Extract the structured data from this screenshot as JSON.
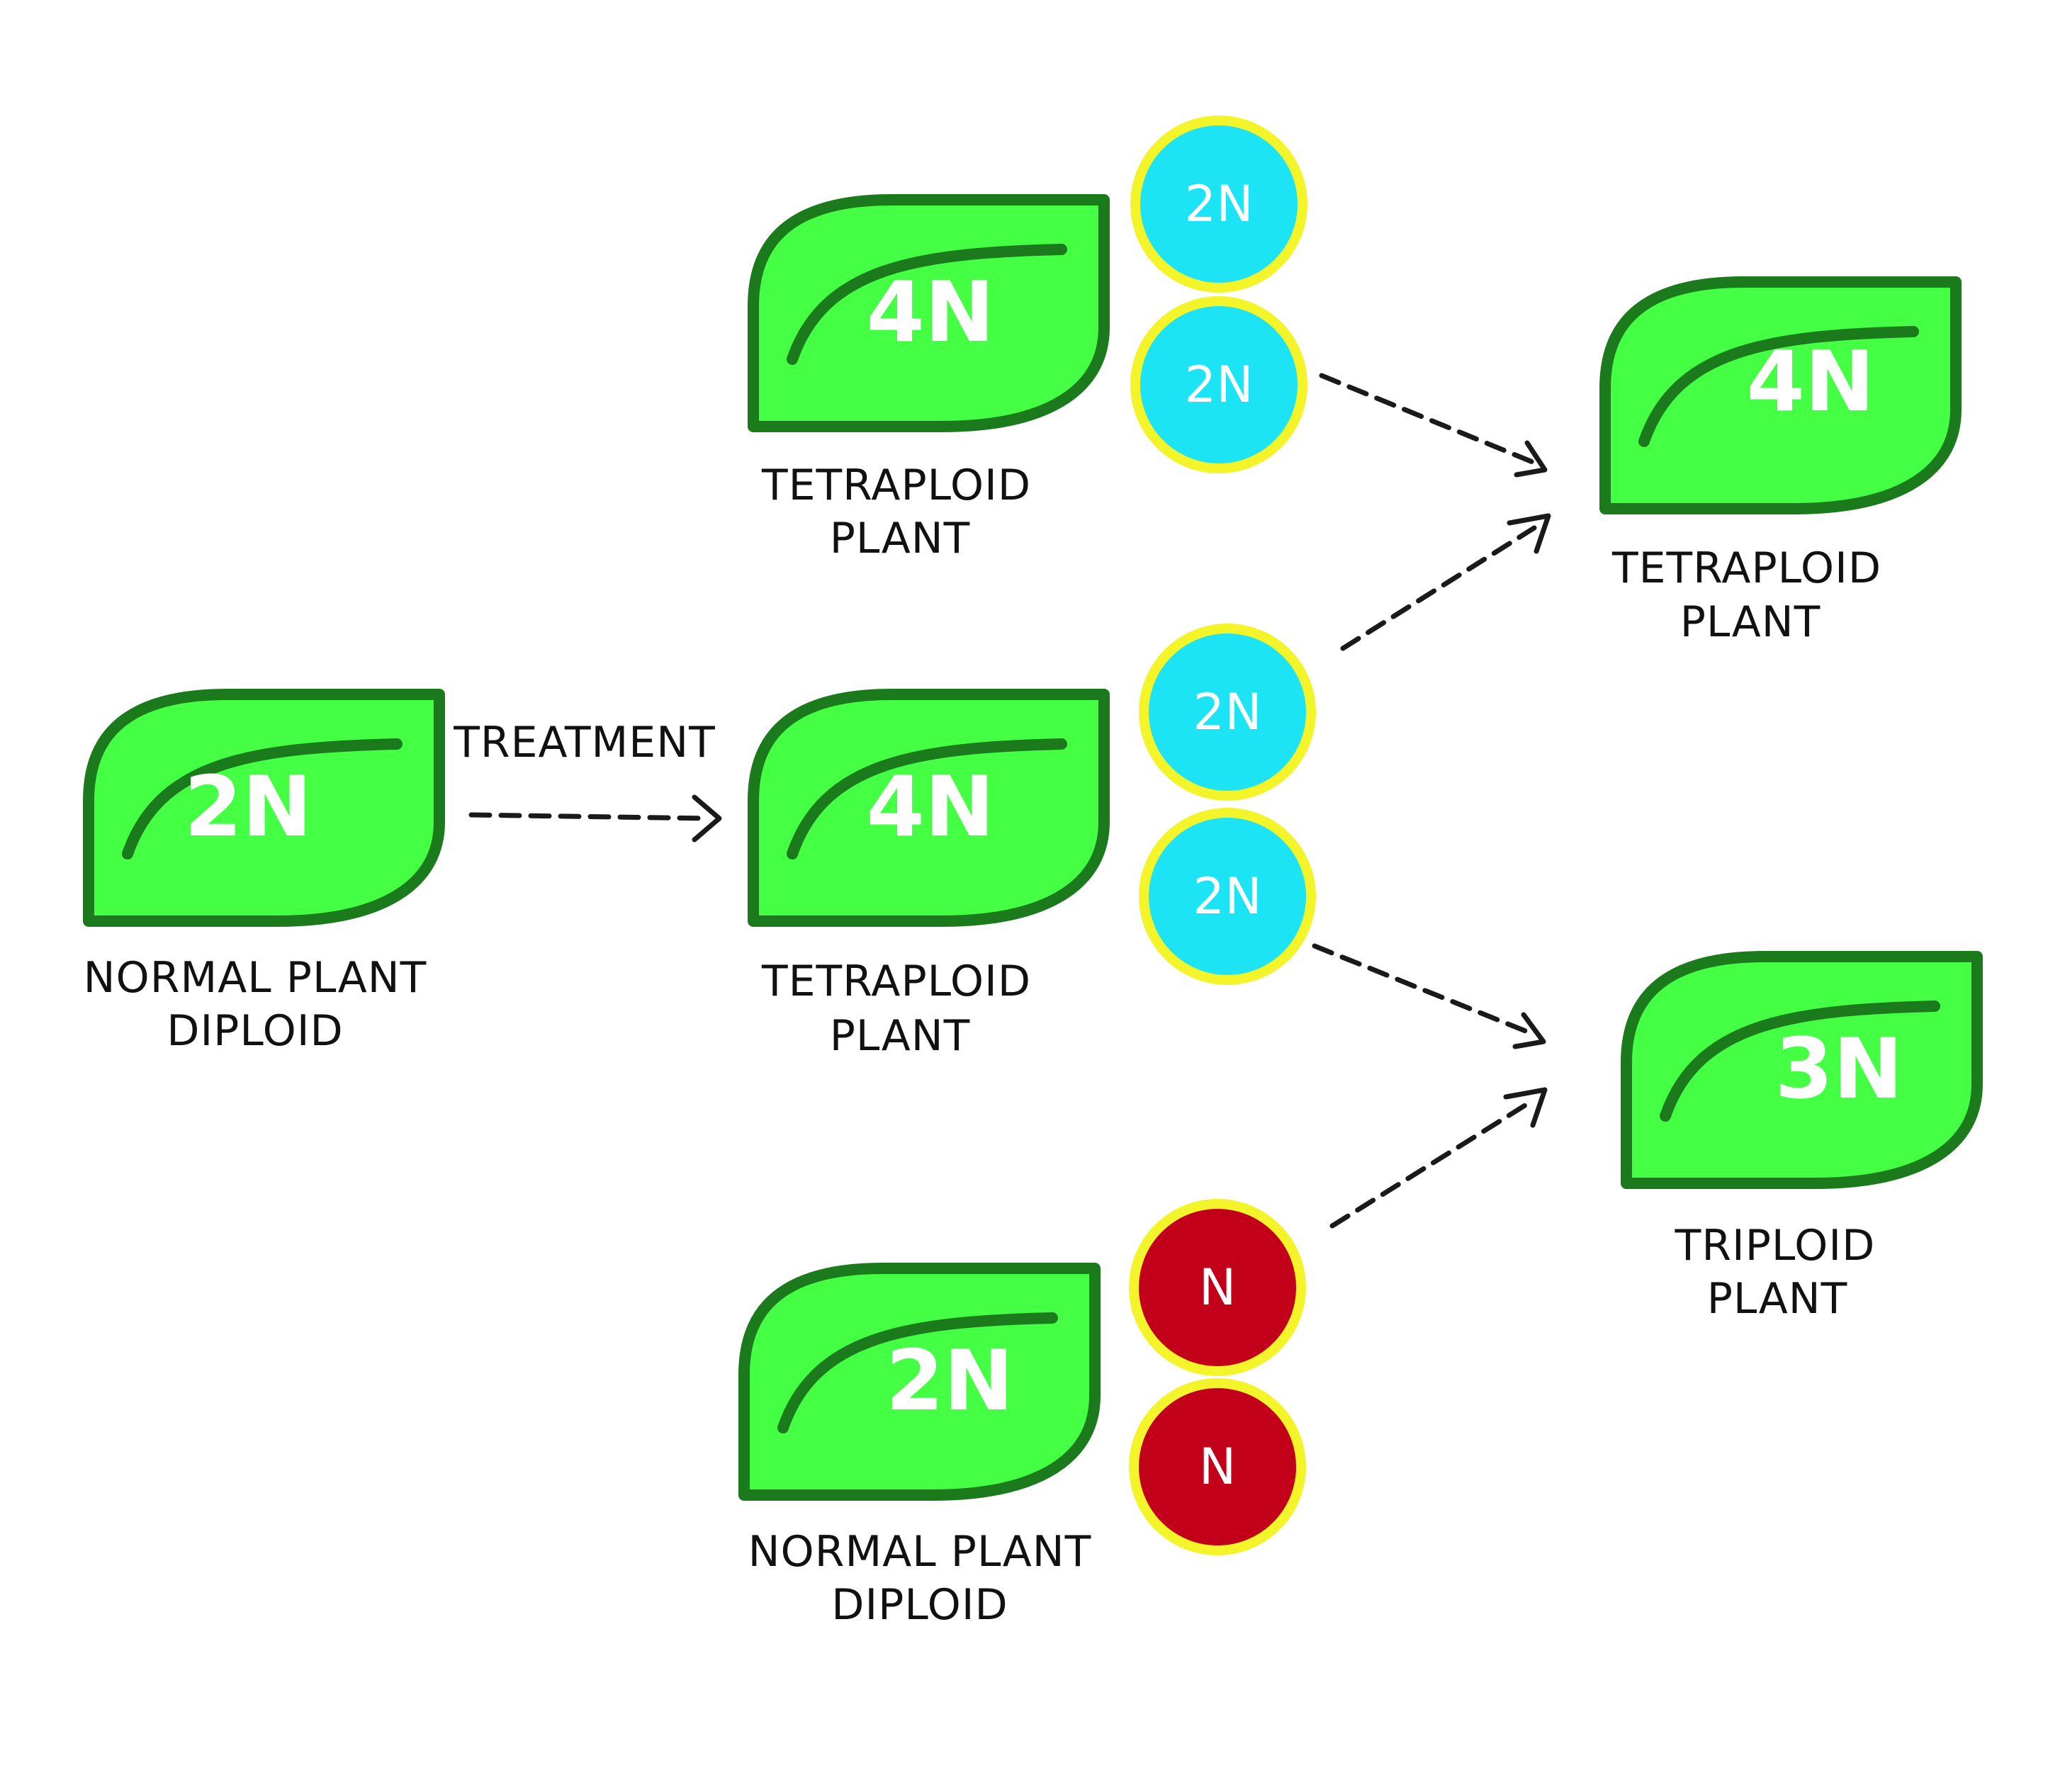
{
  "colors": {
    "leaf_fill": "#44ff44",
    "leaf_outline": "#1b7a1b",
    "gamete_2n": "#1de4f4",
    "gamete_n": "#c2001a",
    "gamete_ring": "#f4f42a"
  },
  "treatment_label": "TREATMENT",
  "plants": [
    {
      "id": "p1",
      "ploidy": "2N",
      "caption": [
        "NORMAL PLANT",
        "DIPLOID"
      ]
    },
    {
      "id": "p2",
      "ploidy": "4N",
      "caption": [
        "TETRAPLOID",
        "PLANT"
      ]
    },
    {
      "id": "p3",
      "ploidy": "4N",
      "caption": [
        "TETRAPLOID",
        "PLANT"
      ]
    },
    {
      "id": "p4",
      "ploidy": "2N",
      "caption": [
        "NORMAL PLANT",
        "DIPLOID"
      ]
    },
    {
      "id": "p5",
      "ploidy": "4N",
      "caption": [
        "TETRAPLOID",
        "PLANT"
      ]
    },
    {
      "id": "p6",
      "ploidy": "3N",
      "caption": [
        "TRIPLOID",
        "PLANT"
      ]
    }
  ],
  "gametes": [
    {
      "id": "g1",
      "label": "2N",
      "kind": "2n"
    },
    {
      "id": "g2",
      "label": "2N",
      "kind": "2n"
    },
    {
      "id": "g3",
      "label": "2N",
      "kind": "2n"
    },
    {
      "id": "g4",
      "label": "2N",
      "kind": "2n"
    },
    {
      "id": "g5",
      "label": "N",
      "kind": "n"
    },
    {
      "id": "g6",
      "label": "N",
      "kind": "n"
    }
  ]
}
